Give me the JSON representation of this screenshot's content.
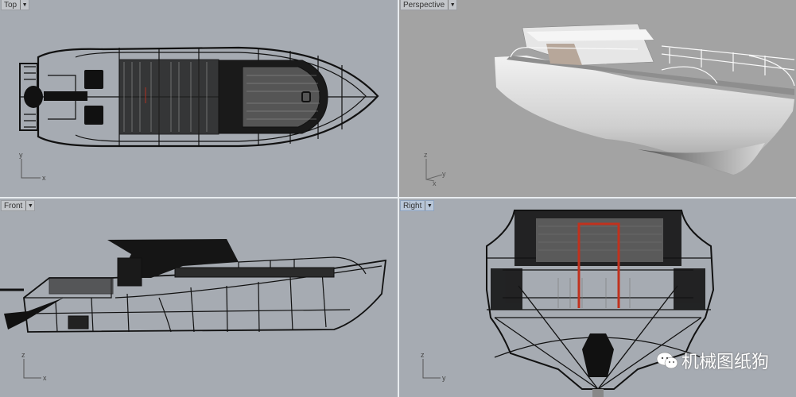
{
  "viewports": [
    {
      "id": "top",
      "label": "Top",
      "active": false,
      "axes": {
        "vertical": "y",
        "horizontal": "x"
      }
    },
    {
      "id": "perspective",
      "label": "Perspective",
      "active": false,
      "axes": {
        "vertical": "z",
        "horizontal": "y",
        "depth": "x"
      }
    },
    {
      "id": "front",
      "label": "Front",
      "active": false,
      "axes": {
        "vertical": "z",
        "horizontal": "x"
      }
    },
    {
      "id": "right",
      "label": "Right",
      "active": true,
      "axes": {
        "vertical": "z",
        "horizontal": "y"
      }
    }
  ],
  "dropdown_glyph": "▼",
  "watermark": {
    "text": "机械图纸狗",
    "icon": "wechat-icon"
  },
  "colors": {
    "viewport_bg": "#a6abb2",
    "perspective_bg": "#a3a3a3",
    "wire": "#111111",
    "highlight": "#c0321e",
    "active_tab": "#b8c6d8"
  }
}
